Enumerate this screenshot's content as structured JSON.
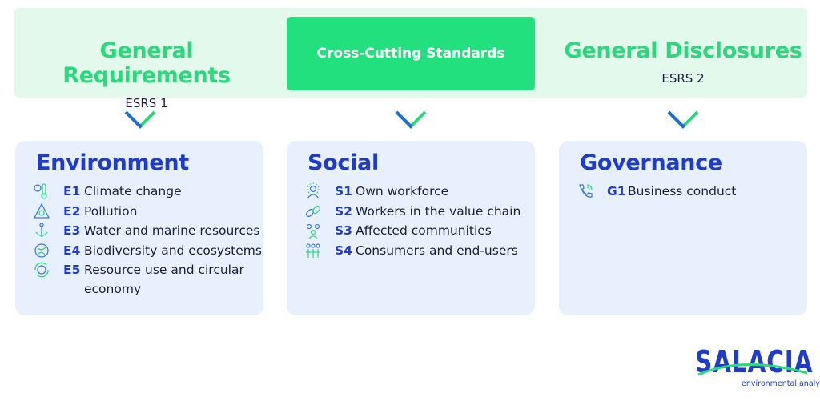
{
  "top": {
    "left": {
      "title": "General Requirements",
      "sub": "ESRS 1"
    },
    "center": {
      "title": "Cross-Cutting Standards"
    },
    "right": {
      "title": "General Disclosures",
      "sub": "ESRS 2"
    }
  },
  "cards": {
    "environment": {
      "title": "Environment",
      "items": [
        {
          "code": "E1",
          "label": "Climate change",
          "icon": "thermometer-icon"
        },
        {
          "code": "E2",
          "label": "Pollution",
          "icon": "pollution-icon"
        },
        {
          "code": "E3",
          "label": "Water and marine resources",
          "icon": "anchor-icon"
        },
        {
          "code": "E4",
          "label": "Biodiversity and ecosystems",
          "icon": "globe-leaf-icon"
        },
        {
          "code": "E5",
          "label": "Resource use and circular economy",
          "icon": "circular-icon"
        }
      ]
    },
    "social": {
      "title": "Social",
      "items": [
        {
          "code": "S1",
          "label": "Own workforce",
          "icon": "workforce-icon"
        },
        {
          "code": "S2",
          "label": "Workers in the value chain",
          "icon": "chain-icon"
        },
        {
          "code": "S3",
          "label": "Affected communities",
          "icon": "community-icon"
        },
        {
          "code": "S4",
          "label": "Consumers and end-users",
          "icon": "consumers-icon"
        }
      ]
    },
    "governance": {
      "title": "Governance",
      "items": [
        {
          "code": "G1",
          "label": "Business conduct",
          "icon": "phone-icon"
        }
      ]
    }
  },
  "logo": {
    "name": "SALACIA",
    "tagline": "environmental analytics"
  },
  "colors": {
    "green": "#2bd97c",
    "green_box": "#22e07d",
    "blue": "#1e3cc8",
    "card_bg": "#e9f0fd",
    "band_bg": "#e3f9ec"
  }
}
